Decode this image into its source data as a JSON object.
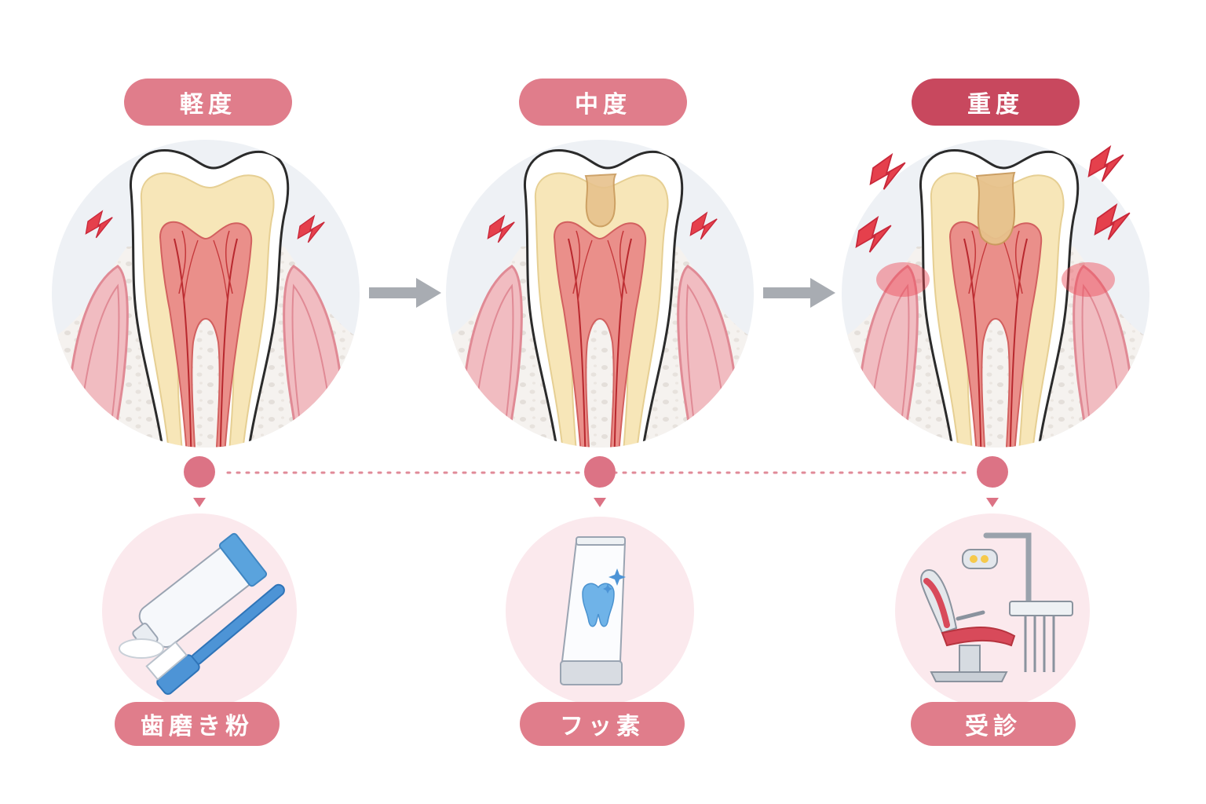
{
  "colors": {
    "pill_light": "#e07d8b",
    "pill_dark": "#c8485e",
    "gum": "#e8a0a8",
    "enamel": "#ffffff",
    "dentin": "#f7e6b8",
    "pulp": "#e88a86",
    "nerve": "#c63a3a",
    "bone": "#f4f1ee",
    "pain": "#e0404c",
    "arrow": "#a8acb2",
    "dot": "#dc7385",
    "brush_blue": "#4d94d6"
  },
  "stages": [
    {
      "label": "軽度",
      "severity": "mild"
    },
    {
      "label": "中度",
      "severity": "moderate"
    },
    {
      "label": "重度",
      "severity": "severe"
    }
  ],
  "care": [
    {
      "label": "歯磨き粉",
      "icon": "toothpaste-and-toothbrush-icon"
    },
    {
      "label": "フッ素",
      "icon": "fluoride-tube-icon"
    },
    {
      "label": "受診",
      "icon": "dental-chair-icon"
    }
  ]
}
